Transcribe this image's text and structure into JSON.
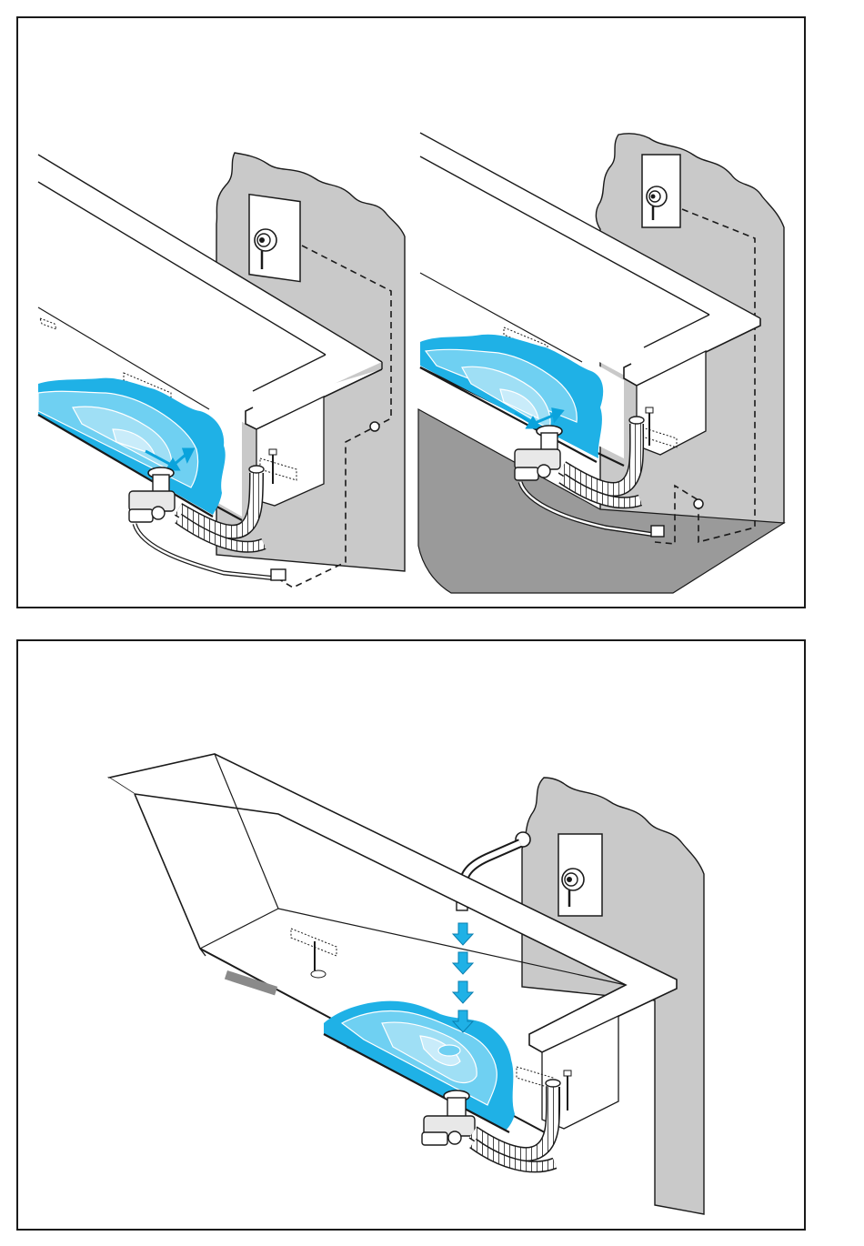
{
  "colors": {
    "water_light": "#c9ecfa",
    "water_mid": "#6fd0f2",
    "water_deep": "#1fb1e6",
    "water_accent": "#0aa3dc",
    "wall": "#c9c9c9",
    "floor": "#9a9a9a",
    "line": "#1a1a1a"
  },
  "icons": {
    "valve": "shower-valve-icon",
    "drain": "bath-drain-icon",
    "hose": "corrugated-hose-icon",
    "arrow": "water-flow-arrow-icon"
  },
  "figures": [
    {
      "id": "left",
      "description_key": "bath-side-installation-wall"
    },
    {
      "id": "right",
      "description_key": "bath-side-installation-floor"
    },
    {
      "id": "bottom",
      "description_key": "bath-filling-from-spout"
    }
  ]
}
